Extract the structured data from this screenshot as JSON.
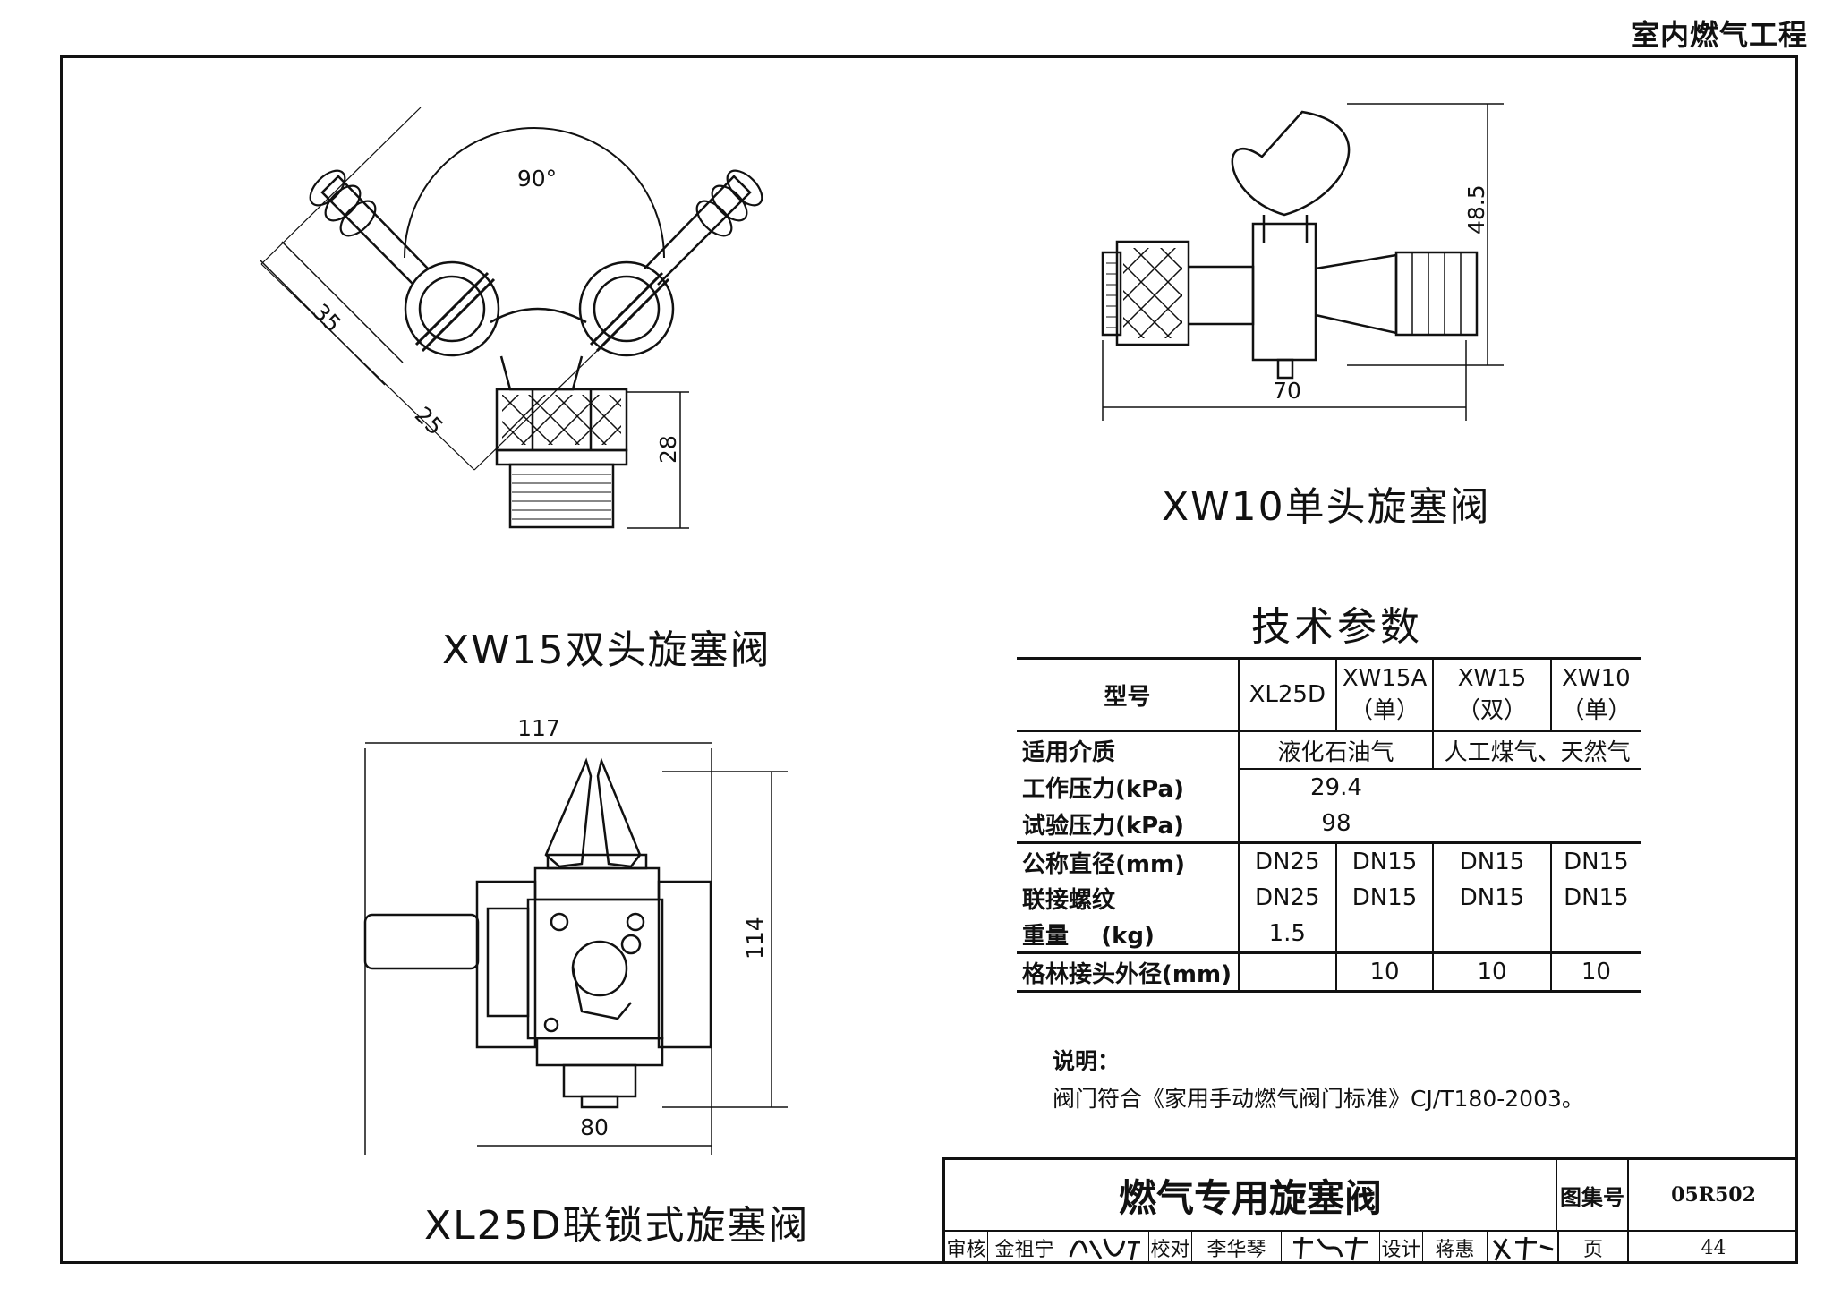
{
  "header": {
    "title": "室内燃气工程"
  },
  "drawings": {
    "xw15": {
      "caption": "XW15双头旋塞阀",
      "dim_angle": "90°",
      "dim_35": "35",
      "dim_25": "25",
      "dim_28": "28"
    },
    "xw10": {
      "caption": "XW10单头旋塞阀",
      "dim_height": "48.5",
      "dim_length": "70"
    },
    "xl25d": {
      "caption": "XL25D联锁式旋塞阀",
      "dim_width_top": "117",
      "dim_height": "114",
      "dim_width_bottom": "80"
    }
  },
  "params": {
    "title": "技术参数",
    "header": {
      "type": "型号",
      "m1": "XL25D",
      "m2": "XW15A",
      "m2_sub": "（单）",
      "m3": "XW15",
      "m3_sub": "（双）",
      "m4": "XW10",
      "m4_sub": "（单）"
    },
    "rows": {
      "medium": {
        "label": "适用介质",
        "v1": "液化石油气",
        "v2": "人工煤气、天然气"
      },
      "pressure": {
        "label": "工作压力(kPa)",
        "v": "29.4"
      },
      "test": {
        "label": "试验压力(kPa)",
        "v": "98"
      },
      "dn": {
        "label": "公称直径(mm)",
        "v1": "DN25",
        "v2": "DN15",
        "v3": "DN15",
        "v4": "DN15"
      },
      "thread": {
        "label": "联接螺纹",
        "v1": "DN25",
        "v2": "DN15",
        "v3": "DN15",
        "v4": "DN15"
      },
      "weight": {
        "label": "重量    (kg)",
        "v1": "1.5"
      },
      "hose": {
        "label": "格林接头外径(mm)",
        "v2": "10",
        "v3": "10",
        "v4": "10"
      }
    }
  },
  "notes": {
    "title": "说明：",
    "text": "阀门符合《家用手动燃气阀门标准》CJ/T180-2003。"
  },
  "title_block": {
    "title": "燃气专用旋塞阀",
    "atlas_label": "图集号",
    "atlas_no": "05R502",
    "page_label": "页",
    "page_no": "44",
    "review_label": "审核",
    "review_name": "金祖宁",
    "check_label": "校对",
    "check_name": "李华琴",
    "design_label": "设计",
    "design_name": "蒋惠"
  }
}
